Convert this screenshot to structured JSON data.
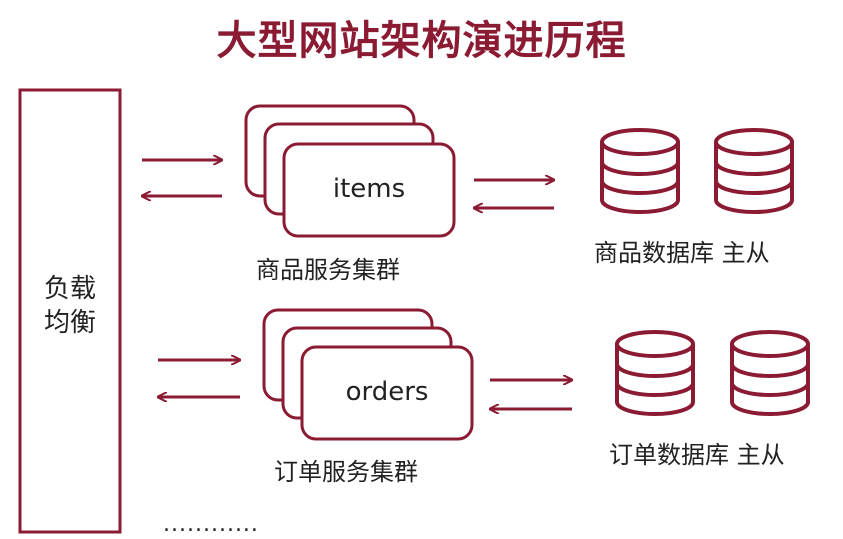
{
  "title": "大型网站架构演进历程",
  "load_balancer": {
    "line1": "负载",
    "line2": "均衡"
  },
  "clusters": [
    {
      "card_label": "items",
      "cluster_label": "商品服务集群",
      "db_label": "商品数据库 主从"
    },
    {
      "card_label": "orders",
      "cluster_label": "订单服务集群",
      "db_label": "订单数据库 主从"
    }
  ],
  "ellipsis": "............",
  "colors": {
    "accent": "#8b1a33",
    "text": "#222222",
    "background": "#ffffff"
  }
}
